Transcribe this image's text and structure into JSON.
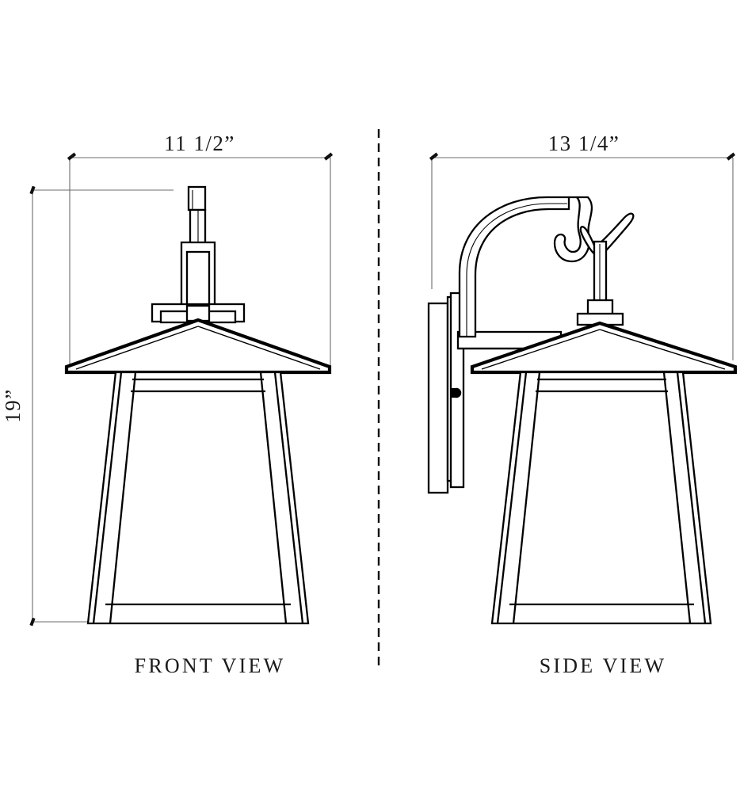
{
  "drawing": {
    "title": "Wall Sconce Dimension Drawing",
    "background_color": "#ffffff",
    "line_color": "#000000",
    "dimension_line_color": "#6b6b6b"
  },
  "dimensions": {
    "front_width": {
      "value": "11  1/2”",
      "unit": "inch",
      "orientation": "horizontal",
      "applies_to": "front-view"
    },
    "height": {
      "value": "19”",
      "unit": "inch",
      "orientation": "vertical",
      "applies_to": "front-view"
    },
    "side_depth": {
      "value": "13  1/4”",
      "unit": "inch",
      "orientation": "horizontal",
      "applies_to": "side-view"
    }
  },
  "views": {
    "front": {
      "label": "FRONT  VIEW",
      "parts": [
        "finial-stem",
        "stepped-cap-bracket",
        "pyramid-shade",
        "tapered-glass-body",
        "upper-band",
        "lower-band"
      ]
    },
    "side": {
      "label": "SIDE  VIEW",
      "parts": [
        "wall-mount-backplate",
        "curved-scroll-arm",
        "decorative-hook-finial",
        "support-stem",
        "pyramid-shade",
        "tapered-glass-body",
        "upper-band",
        "lower-band",
        "mounting-screw"
      ]
    }
  },
  "divider": {
    "style": "dashed-vertical",
    "purpose": "view-separator"
  }
}
